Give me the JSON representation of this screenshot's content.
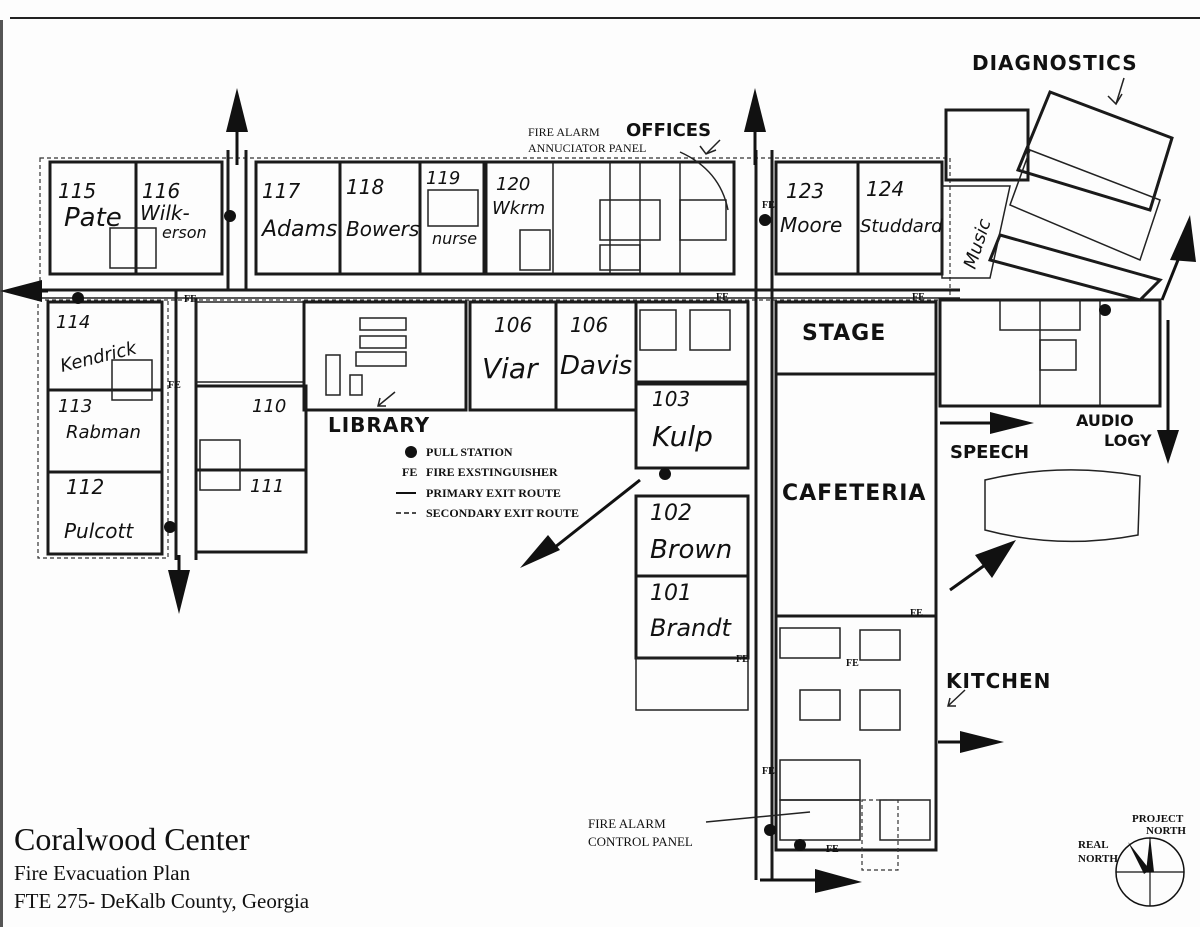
{
  "title": "Coralwood Center",
  "subtitle": "Fire Evacuation Plan",
  "location_line": "FTE 275- DeKalb County, Georgia",
  "rooms": {
    "r115_num": "115",
    "r115_name": "Pate",
    "r116_num": "116",
    "r116_name_1": "Wilk-",
    "r116_name_2": "erson",
    "r117_num": "117",
    "r117_name": "Adams",
    "r118_num": "118",
    "r118_name": "Bowers",
    "r119_num": "119",
    "r119_name": "nurse",
    "r120_num": "120",
    "r120_name": "Wkrm",
    "r123_num": "123",
    "r123_name": "Moore",
    "r124_num": "124",
    "r124_name": "Studdard",
    "music": "Music",
    "r114_num": "114",
    "r114_name": "Kendrick",
    "r113_num": "113",
    "r113_name": "Rabman",
    "r112_num": "112",
    "r112_name": "Pulcott",
    "r110_num": "110",
    "r111_num": "111",
    "r106a_num": "106",
    "r106a_name": "Viar",
    "r106b_num": "106",
    "r106b_name": "Davis",
    "r103_num": "103",
    "r103_name": "Kulp",
    "r102_num": "102",
    "r102_name": "Brown",
    "r101_num": "101",
    "r101_name": "Brandt"
  },
  "areas": {
    "diagnostics": "DIAGNOSTICS",
    "offices": "OFFICES",
    "library": "LIBRARY",
    "stage": "STAGE",
    "speech": "SPEECH",
    "audiology_1": "AUDIO",
    "audiology_2": "LOGY",
    "cafeteria": "CAFETERIA",
    "kitchen": "KITCHEN"
  },
  "annotations": {
    "fire_alarm_1": "FIRE ALARM",
    "annunciator": "ANNUCIATOR PANEL",
    "control_1": "FIRE ALARM",
    "control_2": "CONTROL PANEL"
  },
  "legend": {
    "pull_station": "PULL STATION",
    "fe_symbol": "FE",
    "fire_extinguisher": "FIRE EXSTINGUISHER",
    "primary_exit": "PRIMARY EXIT ROUTE",
    "secondary_exit": "SECONDARY EXIT ROUTE"
  },
  "compass": {
    "project_1": "PROJECT",
    "project_2": "NORTH",
    "real_1": "REAL",
    "real_2": "NORTH"
  },
  "fe_label": "FE"
}
